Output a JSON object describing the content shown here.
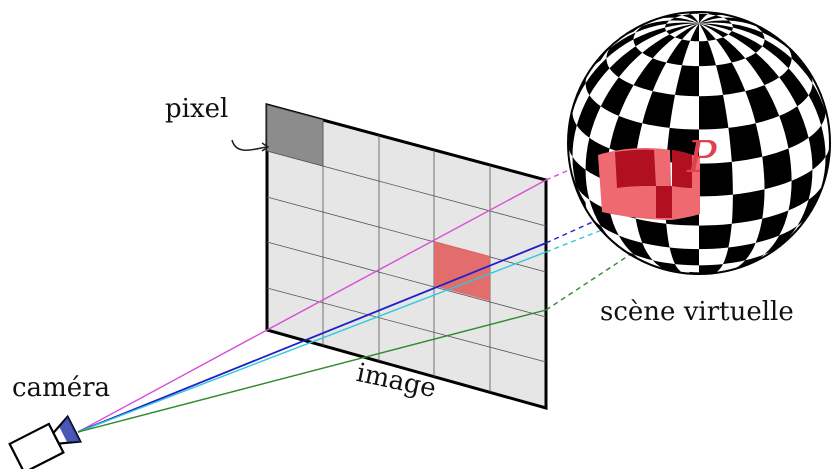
{
  "labels": {
    "pixel": "pixel",
    "image": "image",
    "camera": "caméra",
    "scene": "scène virtuelle",
    "point": "P"
  },
  "colors": {
    "background": "#ffffff",
    "image_grid": "#e6e6e6",
    "highlighted_pixel": "#e06666",
    "top_left_pixel": "#8c8c8c",
    "sphere_dark": "#000000",
    "sphere_patch_dark": "#b01020",
    "sphere_patch_light": "#ee6a70",
    "ray_magenta": "#d64fd6",
    "ray_blue": "#2020c8",
    "ray_cyan": "#30c8d8",
    "ray_green": "#2e8b2e",
    "point_label": "#e04050"
  },
  "icons": {
    "camera": "camera-icon",
    "sphere": "checkered-sphere"
  }
}
